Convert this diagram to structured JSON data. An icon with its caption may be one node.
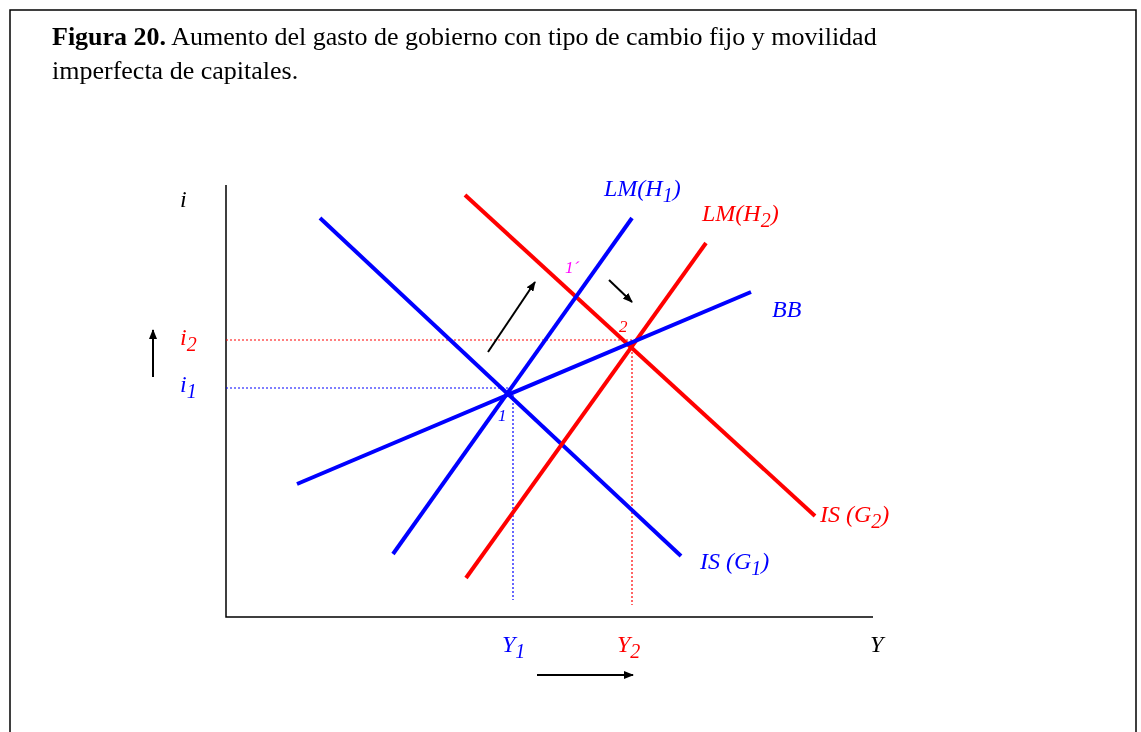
{
  "diagram": {
    "title": "**Figura  20.** Aumento del gasto de gobierno con tipo de cambio fijo y movilidad imperfecta de capitales.",
    "labels": [
      "i",
      "LM(H$_{1}$)",
      "LM(H$_{2}$)",
      "1´",
      "BB",
      "2",
      "i$_{2}$",
      "i$_{1}$",
      "1",
      "IS (G$_{2}$)",
      "IS (G$_{1}$)",
      "Y$_{1}$",
      "Y$_{2}$",
      "Y"
    ]
  }
}
